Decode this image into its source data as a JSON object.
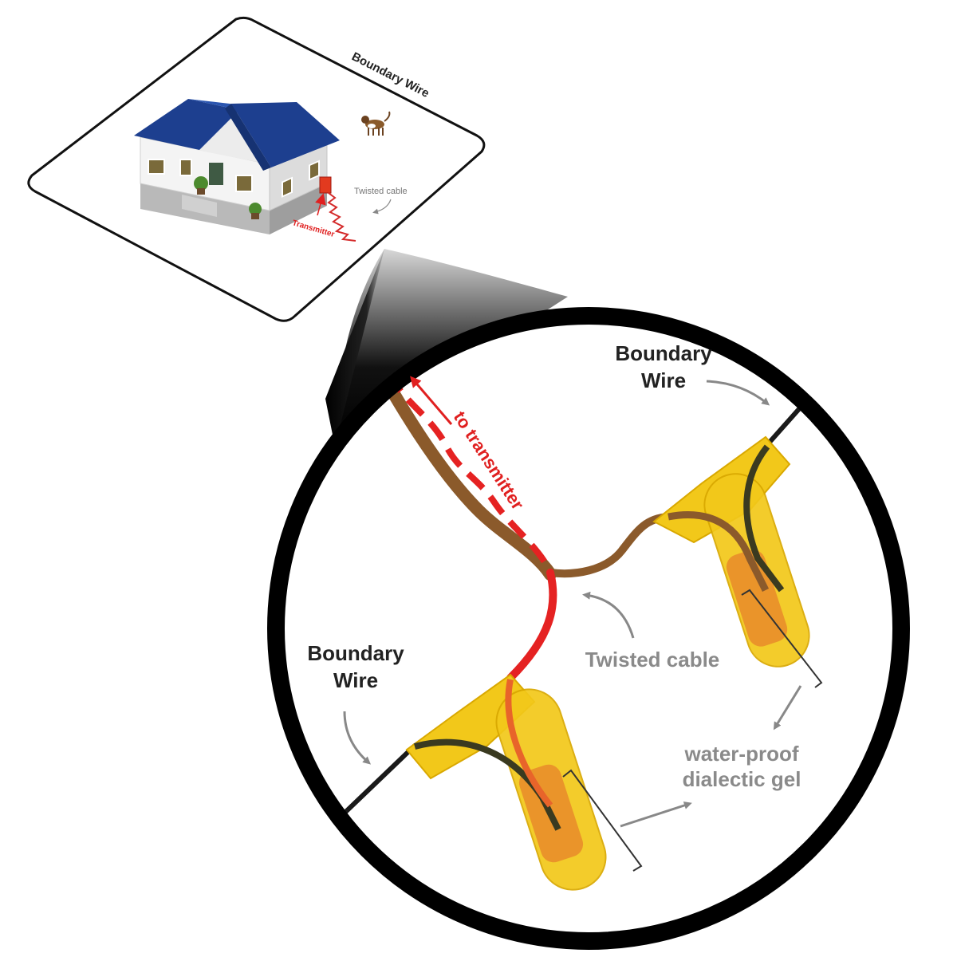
{
  "overview": {
    "boundary_wire_label": "Boundary Wire",
    "twisted_cable_label": "Twisted cable",
    "transmitter_label": "Transmitter"
  },
  "detail": {
    "boundary_wire_top": [
      "Boundary",
      "Wire"
    ],
    "boundary_wire_left": [
      "Boundary",
      "Wire"
    ],
    "to_transmitter_label": "to transmitter",
    "twisted_cable_label": "Twisted cable",
    "gel_label": [
      "water-proof",
      "dialectic gel"
    ]
  },
  "colors": {
    "boundary_wire": "#1a1a1a",
    "twisted_brown": "#8b5a2b",
    "transmitter_red": "#e52222",
    "connector_yellow": "#f2c81a",
    "connector_orange": "#e8892a",
    "roof_blue": "#1d3f8f",
    "label_gray": "#8a8a8a"
  }
}
